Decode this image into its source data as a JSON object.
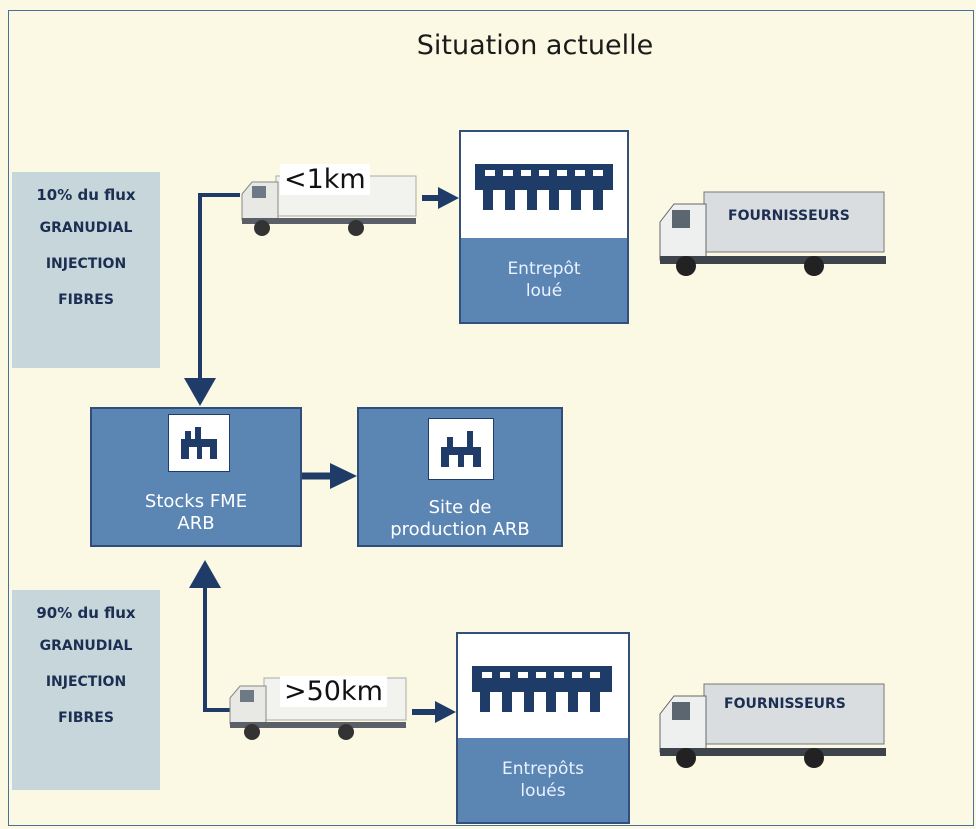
{
  "title": "Situation actuelle",
  "top_flux": {
    "percent": "10% du flux",
    "products": [
      "GRANUDIAL",
      "INJECTION",
      "FIBRES"
    ],
    "distance": "<1km",
    "warehouse_lines": [
      "Entrepôt",
      "loué"
    ],
    "supplier": "FOURNISSEURS"
  },
  "bottom_flux": {
    "percent": "90% du flux",
    "products": [
      "GRANUDIAL",
      "INJECTION",
      "FIBRES"
    ],
    "distance": ">50km",
    "warehouse_lines": [
      "Entrepôts",
      "loués"
    ],
    "supplier": "FOURNISSEURS"
  },
  "stocks": {
    "lines": [
      "Stocks FME",
      "ARB"
    ]
  },
  "production": {
    "lines": [
      "Site de",
      "production ARB"
    ]
  },
  "colors": {
    "background": "#fbf9e4",
    "box_blue": "#5b86b4",
    "arrow_navy": "#1f3c68",
    "flux_grey": "#c6d6db"
  },
  "icons": {
    "factory": "factory-icon",
    "warehouse": "warehouse-icon",
    "truck": "truck-icon"
  }
}
